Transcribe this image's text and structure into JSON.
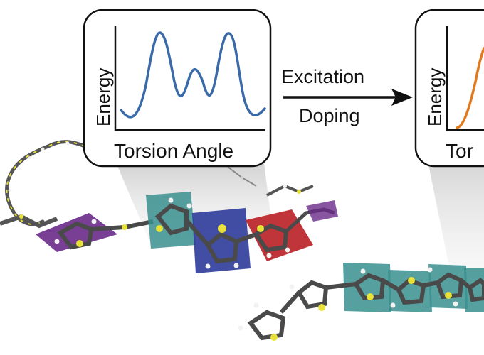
{
  "left_plot": {
    "ylabel": "Energy",
    "xlabel": "Torsion Angle",
    "curve_color": "#3b6aa8",
    "profile": "double-well: two tall barriers with a central local maximum"
  },
  "transition": {
    "top_label": "Excitation",
    "bottom_label": "Doping"
  },
  "right_plot": {
    "ylabel": "Energy",
    "xlabel_visible": "Tor",
    "curve_color": "#e07a1f",
    "profile": "rising curve (cropped at right edge)"
  },
  "colors": {
    "purple_ring_plane": "#6a2a8a",
    "teal_ring_plane": "#3a8f8f",
    "blue_ring_plane": "#2d3a9a",
    "red_ring_plane": "#b81f24",
    "carbon": "#4a4a4a",
    "sulfur": "#e8e23a",
    "hydrogen": "#f2f2f2"
  }
}
